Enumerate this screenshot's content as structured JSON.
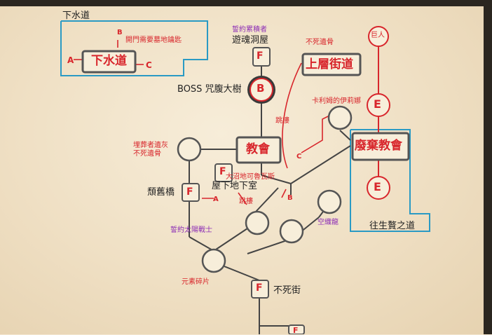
{
  "areas": {
    "sewer_title": "下水道",
    "sewer": "下水道",
    "sewer_note": "開門需要墓地鑰匙",
    "soul_cave": "遊魂洞屋",
    "boss": "BOSS 咒腹大樹",
    "upper_street": "上層街道",
    "church": "教會",
    "abandoned_church": "廢棄教會",
    "basement": "屋下地下室",
    "bridge": "頹舊橋",
    "undead_street": "不死街",
    "sinner_path": "往生贅之道",
    "giant": "巨人"
  },
  "notes": {
    "covenant_soul": "誓約累積者",
    "undead_bone_top": "不死遺骨",
    "karim": "卡利姆的伊莉娜",
    "jump_1": "跳樓",
    "jump_2": "跳樓",
    "gravekeeper": "埋葬者遺灰",
    "undead_bone_left": "不死遺骨",
    "big_swamp": "大沼地可魯瓦斯",
    "covenant_sun": "誓約太陽戰士",
    "element_shard": "元素碎片",
    "sky_dragon": "空織龍"
  },
  "markers": {
    "a": "A",
    "b": "B",
    "c": "C",
    "f": "F",
    "e": "E",
    "boss_letter": "B"
  },
  "colors": {
    "line": "#444444",
    "accent": "#d8262c",
    "cyan": "#2a9ac4",
    "covenant": "#8d2fb5"
  }
}
